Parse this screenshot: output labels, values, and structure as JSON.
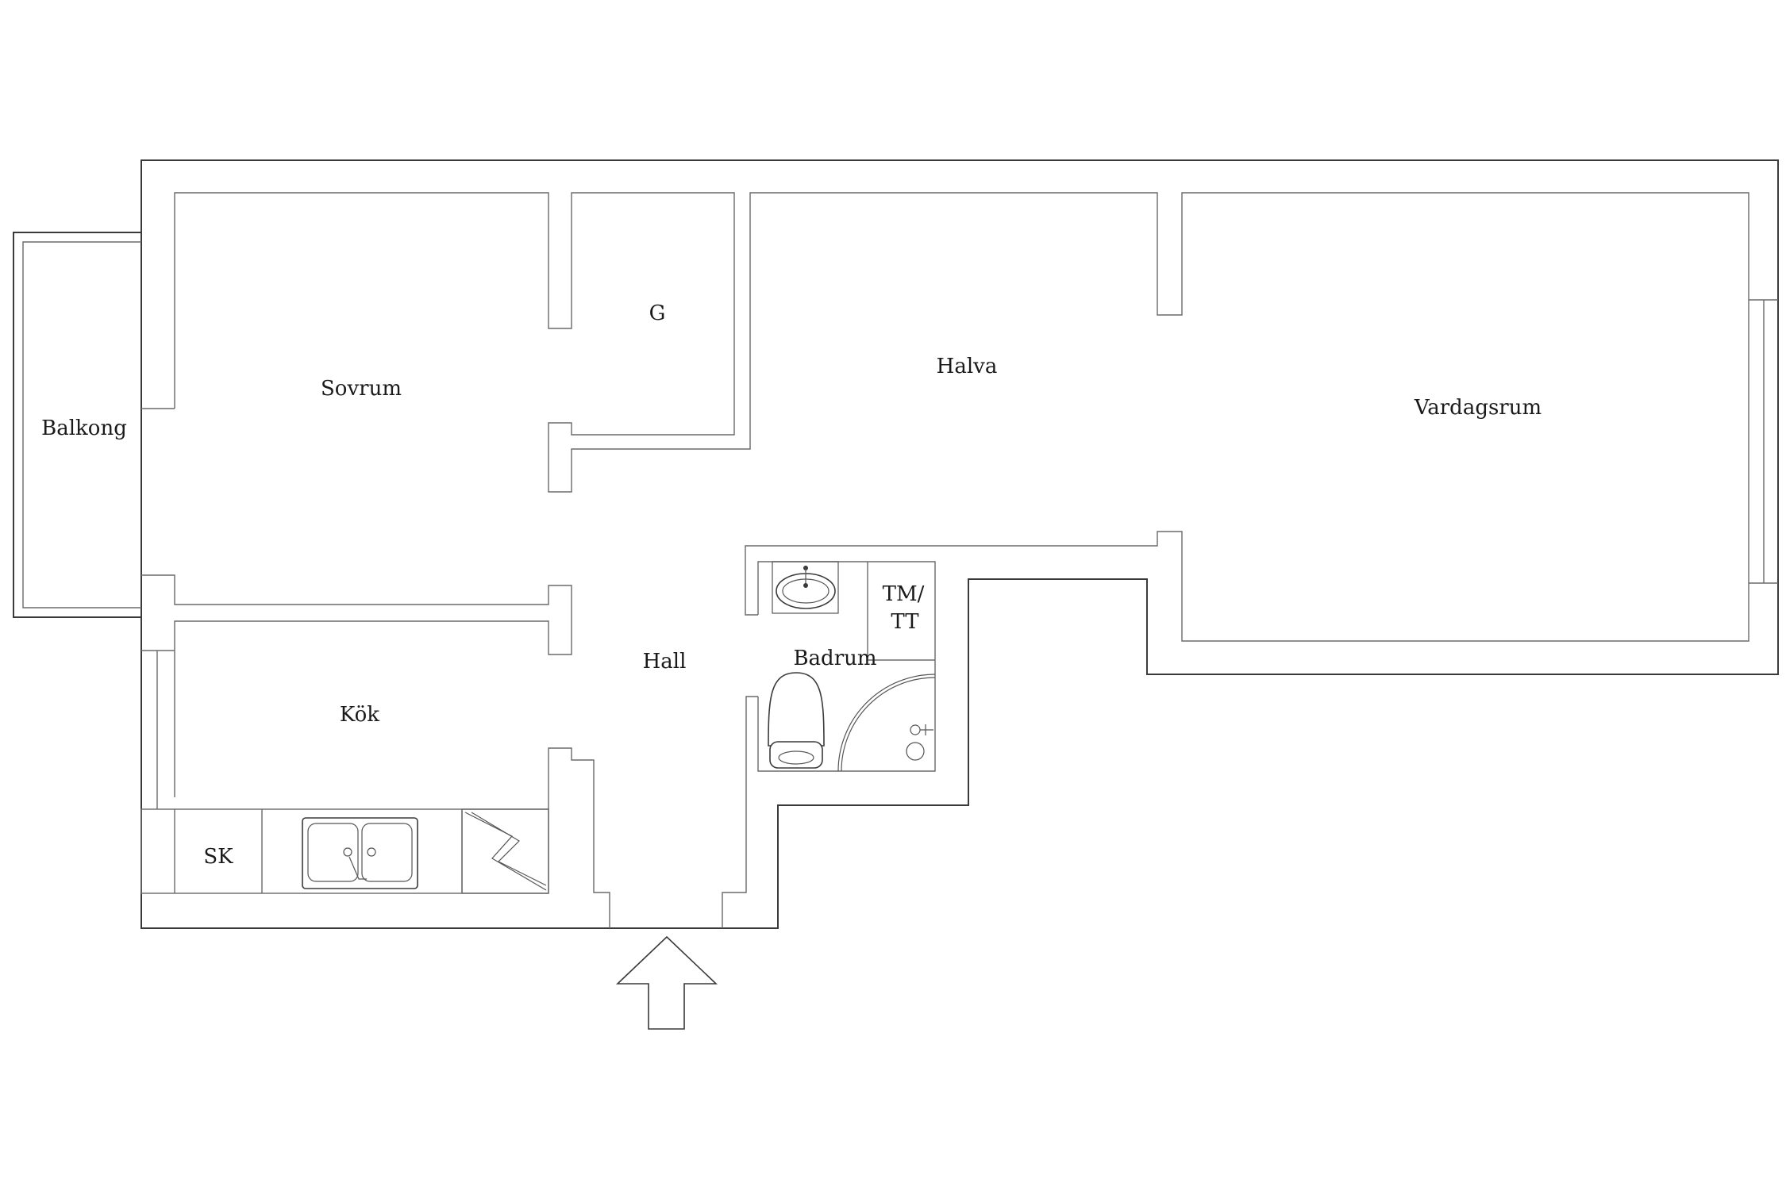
{
  "rooms": {
    "balkong": "Balkong",
    "sovrum": "Sovrum",
    "garderob": "G",
    "halva": "Halva",
    "vardagsrum": "Vardagsrum",
    "kok": "Kök",
    "hall": "Hall",
    "badrum": "Badrum",
    "tmtt_line1": "TM/",
    "tmtt_line2": "TT",
    "skap": "SK"
  },
  "icons": {
    "entrance": "entrance-arrow-icon",
    "sink": "kitchen-sink-icon",
    "stove": "stove-icon",
    "toilet": "toilet-icon",
    "washbasin": "washbasin-icon",
    "shower": "shower-icon"
  },
  "colors": {
    "wall": "#3a3a3a",
    "background": "#ffffff",
    "text": "#1a1a1a"
  }
}
